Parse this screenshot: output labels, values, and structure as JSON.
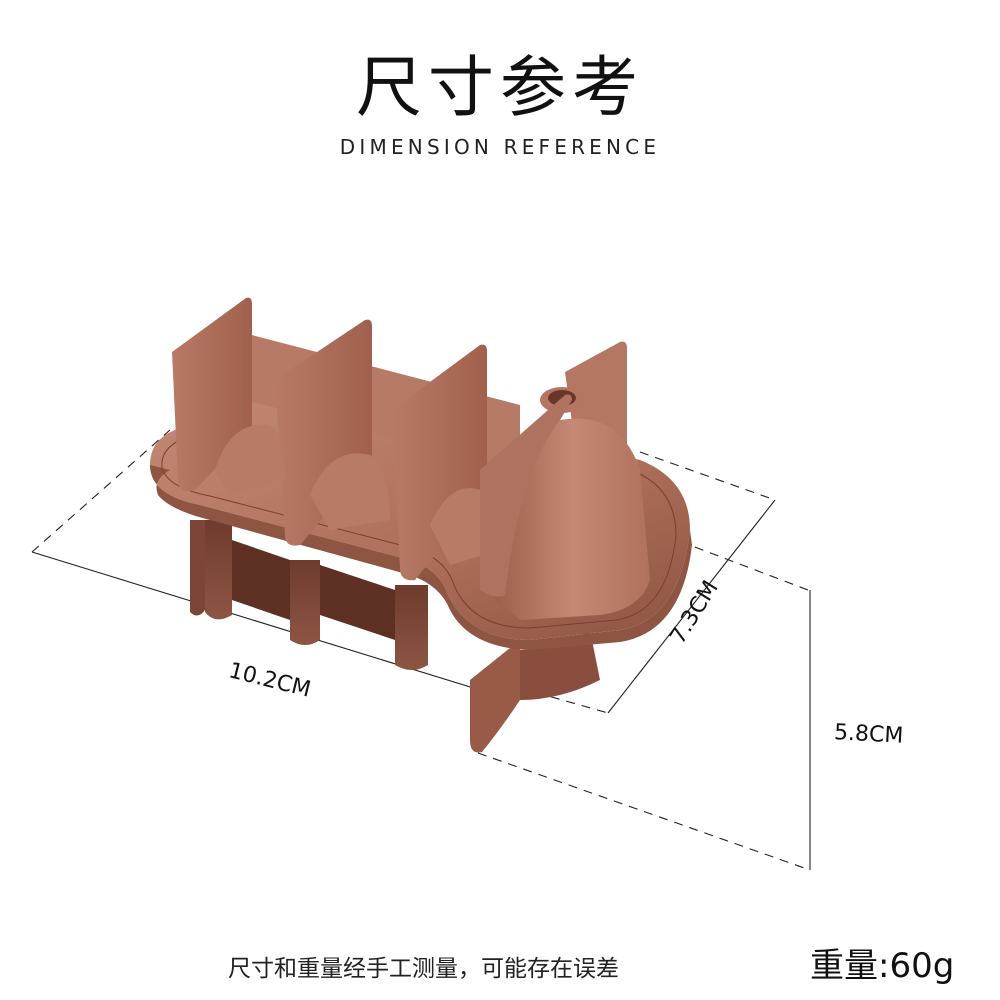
{
  "header": {
    "title_cn": "尺寸参考",
    "title_en": "DIMENSION REFERENCE"
  },
  "product": {
    "name": "silicone-mold",
    "color": "#b0725e",
    "shadow_color": "#7a4536",
    "highlight_color": "#c98f7c"
  },
  "dimensions": {
    "length": "10.2CM",
    "width": "7.3CM",
    "height": "5.8CM"
  },
  "footer": {
    "note": "尺寸和重量经手工测量，可能存在误差",
    "weight": "重量:60g"
  }
}
